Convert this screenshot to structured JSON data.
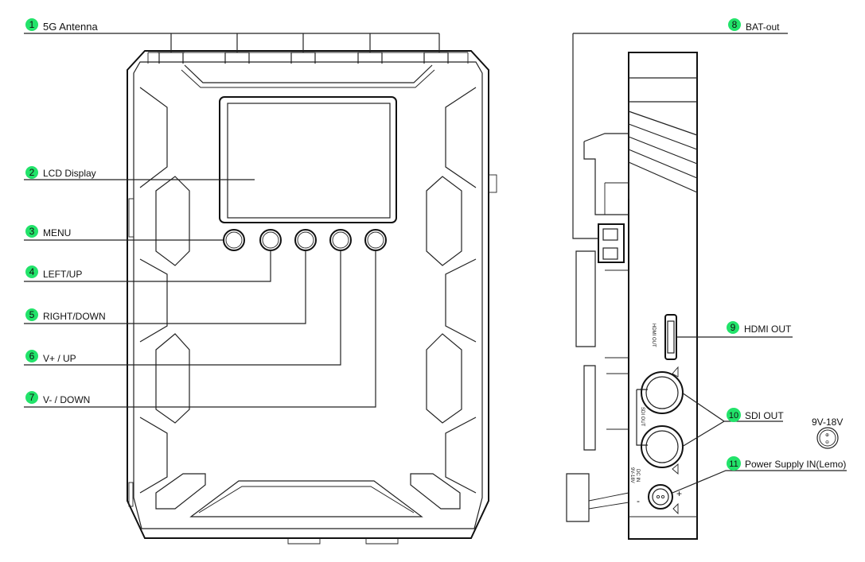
{
  "colors": {
    "badge": "#22e36a",
    "line": "#222222"
  },
  "callouts": [
    {
      "num": "1",
      "label": "5G Antenna"
    },
    {
      "num": "2",
      "label": "LCD Display"
    },
    {
      "num": "3",
      "label": "MENU"
    },
    {
      "num": "4",
      "label": "LEFT/UP"
    },
    {
      "num": "5",
      "label": "RIGHT/DOWN"
    },
    {
      "num": "6",
      "label": "V+ / UP"
    },
    {
      "num": "7",
      "label": "V- / DOWN"
    },
    {
      "num": "8",
      "label": "BAT-out"
    },
    {
      "num": "9",
      "label": "HDMI OUT"
    },
    {
      "num": "10",
      "label": "SDI OUT"
    },
    {
      "num": "11",
      "label": "Power Supply IN(Lemo)"
    }
  ],
  "side_text": {
    "hdmi": "HDMI OUT",
    "sdi": "SDI OUT",
    "dcin": "DC IN",
    "dcin_range": "9V-18V",
    "minus": "-",
    "plus": "+"
  },
  "lemo_spec": "9V-18V"
}
